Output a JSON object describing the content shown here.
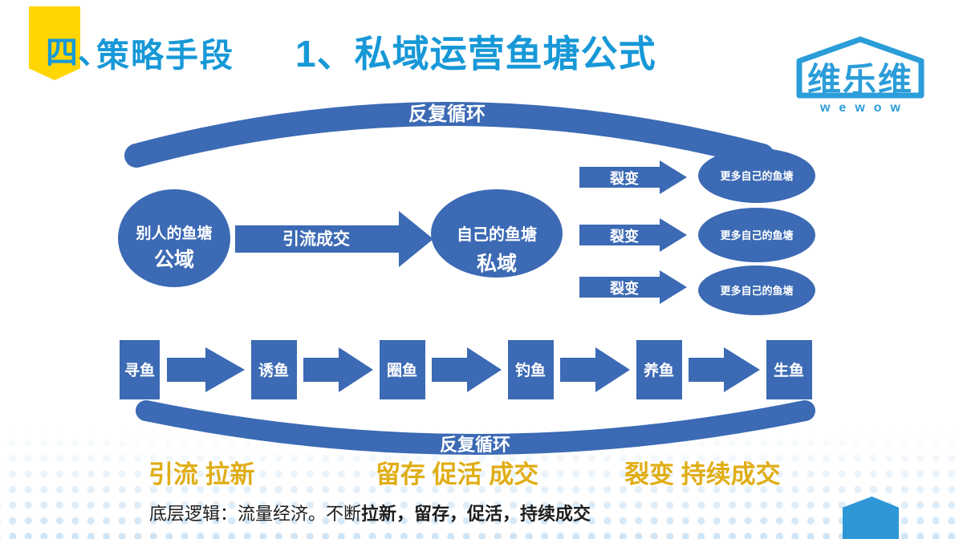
{
  "header": {
    "section_badge": "四、",
    "section_title": "策略手段",
    "title": "1、私域运营鱼塘公式"
  },
  "logo": {
    "name": "维乐维",
    "sub": "wewow"
  },
  "diagram": {
    "top_cycle_label": "反复循环",
    "bottom_cycle_label": "反复循环",
    "left_pond": {
      "line1": "别人的鱼塘",
      "line2": "公域"
    },
    "main_arrow_label": "引流成交",
    "own_pond": {
      "line1": "自己的鱼塘",
      "line2": "私域"
    },
    "fission_labels": [
      "裂变",
      "裂变",
      "裂变"
    ],
    "more_ponds": [
      "更多自己的鱼塘",
      "更多自己的鱼塘",
      "更多自己的鱼塘"
    ],
    "steps": [
      "寻鱼",
      "诱鱼",
      "圈鱼",
      "钓鱼",
      "养鱼",
      "生鱼"
    ],
    "stage_labels": [
      "引流 拉新",
      "留存 促活 成交",
      "裂变 持续成交"
    ]
  },
  "footer": {
    "logic_prefix": "底层逻辑：流量经济。不断",
    "logic_bold": "拉新，留存，促活，持续成交"
  },
  "colors": {
    "title_blue": "#1798d7",
    "logo_blue": "#2b9dd9",
    "diagram_blue": "#3c6ab4",
    "badge_yellow": "#ffd503",
    "stage_gold": "#e0ad16",
    "house_blue": "#2f97d6"
  }
}
